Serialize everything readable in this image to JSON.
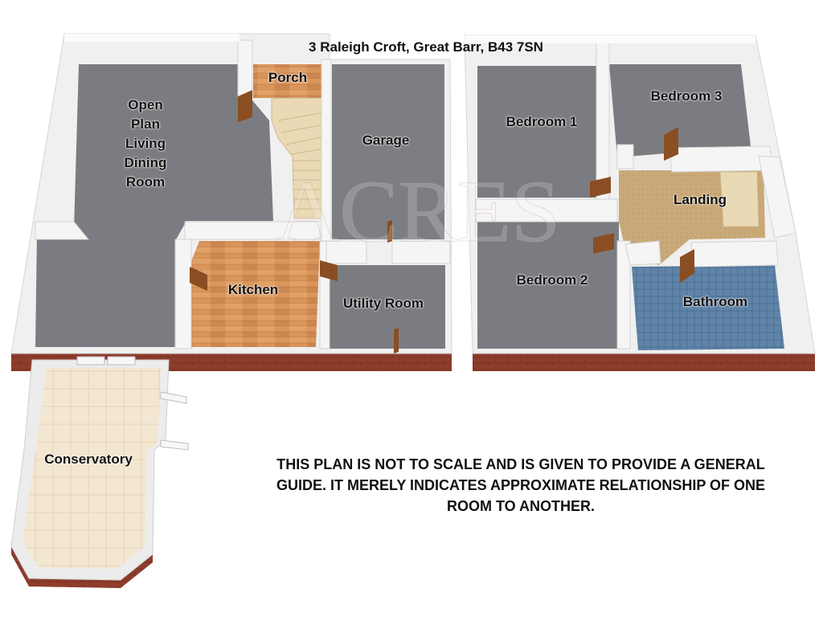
{
  "title": "3 Raleigh Croft, Great Barr, B43 7SN",
  "watermark": "ACRES",
  "rooms": {
    "open_plan": [
      "Open",
      "Plan",
      "Living",
      "Dining",
      "Room"
    ],
    "porch": "Porch",
    "garage": "Garage",
    "kitchen": "Kitchen",
    "utility": "Utility Room",
    "conservatory": "Conservatory",
    "bedroom1": "Bedroom 1",
    "bedroom2": "Bedroom 2",
    "bedroom3": "Bedroom 3",
    "landing": "Landing",
    "bathroom": "Bathroom"
  },
  "disclaimer": [
    "THIS PLAN IS NOT TO SCALE AND IS GIVEN TO PROVIDE A GENERAL",
    "GUIDE. IT MERELY INDICATES APPROXIMATE RELATIONSHIP OF ONE",
    "ROOM TO ANOTHER."
  ],
  "colors": {
    "floor_grey": "#7a7b80",
    "wall": "#f2f2f2",
    "brick": "#8b3a2a",
    "wood_floor": "#d9955a",
    "carpet": "#c9a878",
    "tile_blue": "#5c7fa3",
    "conservatory_tile": "#f3e6cf",
    "door": "#8a4e22"
  }
}
